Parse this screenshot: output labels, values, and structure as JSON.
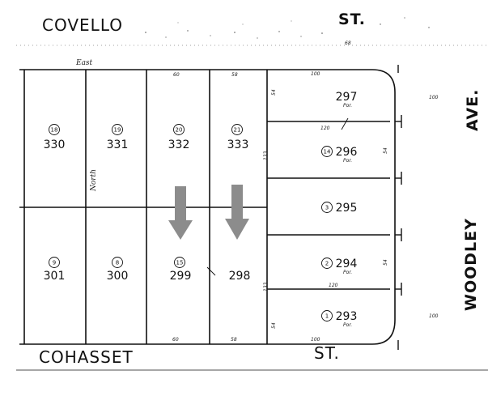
{
  "streets": {
    "north": "COVELLO",
    "north_suffix": "ST.",
    "south": "COHASSET",
    "south_suffix": "ST.",
    "east_ave": "AVE.",
    "east_name": "WOODLEY"
  },
  "labels": {
    "east": "East",
    "north": "North",
    "por": "Por."
  },
  "parcels": [
    {
      "lot": "18",
      "num": "330"
    },
    {
      "lot": "19",
      "num": "331"
    },
    {
      "lot": "20",
      "num": "332"
    },
    {
      "lot": "21",
      "num": "333"
    },
    {
      "lot": "9",
      "num": "301"
    },
    {
      "lot": "8",
      "num": "300"
    },
    {
      "lot": "15",
      "num": "299"
    },
    {
      "lot": "",
      "num": "298"
    },
    {
      "lot": "",
      "num": "297"
    },
    {
      "lot": "14",
      "num": "296"
    },
    {
      "lot": "3",
      "num": "295"
    },
    {
      "lot": "2",
      "num": "294"
    },
    {
      "lot": "1",
      "num": "293"
    }
  ],
  "dimensions": {
    "top_60": "60",
    "top_58": "58",
    "top_100": "100",
    "bottom_60": "60",
    "bottom_58": "58",
    "bottom_100": "100",
    "mid_120a": "120",
    "mid_120b": "120",
    "side_54a": "54",
    "side_54b": "54",
    "side_133a": "133",
    "side_133b": "133",
    "right_54a": "54",
    "right_54b": "54",
    "right_100a": "100",
    "right_100b": "100",
    "corner_small": "68"
  },
  "colors": {
    "arrow": "#8c8c8c",
    "ink": "#111111"
  }
}
